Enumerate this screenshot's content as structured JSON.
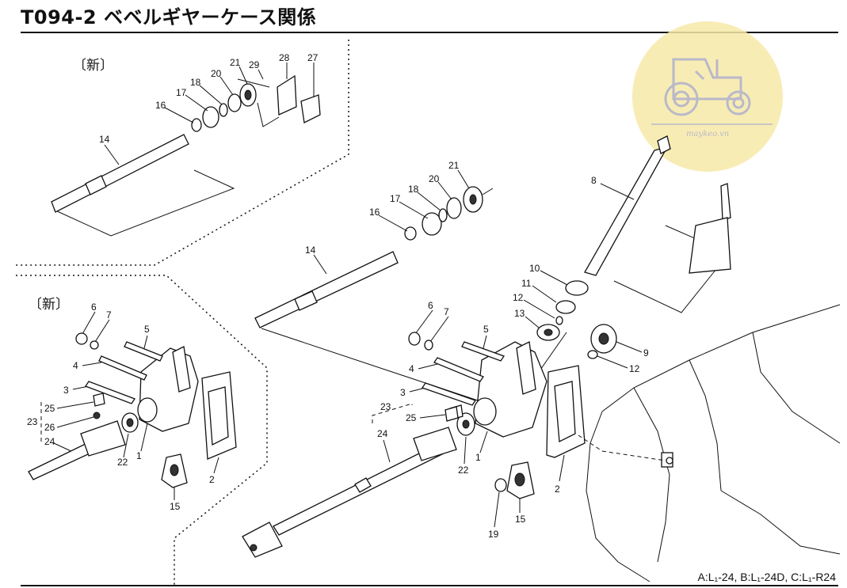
{
  "title": "T094-2 ベベルギヤーケース関係",
  "footer": "A:L₁-24, B:L₁-24D, C:L₁-R24",
  "inset_label": "〔新〕",
  "watermark_text": "maykeo.vn",
  "colors": {
    "line": "#111111",
    "watermark": "#f7e9a8"
  },
  "labels": {
    "p1": "1",
    "p2": "2",
    "p3": "3",
    "p4": "4",
    "p5": "5",
    "p6": "6",
    "p7": "7",
    "p8": "8",
    "p9": "9",
    "p10": "10",
    "p11": "11",
    "p12": "12",
    "p13": "13",
    "p14": "14",
    "p15": "15",
    "p16": "16",
    "p17": "17",
    "p18": "18",
    "p19": "19",
    "p20": "20",
    "p21": "21",
    "p22": "22",
    "p23": "23",
    "p24": "24",
    "p25": "25",
    "p26": "26",
    "p27": "27",
    "p28": "28",
    "p29": "29"
  }
}
